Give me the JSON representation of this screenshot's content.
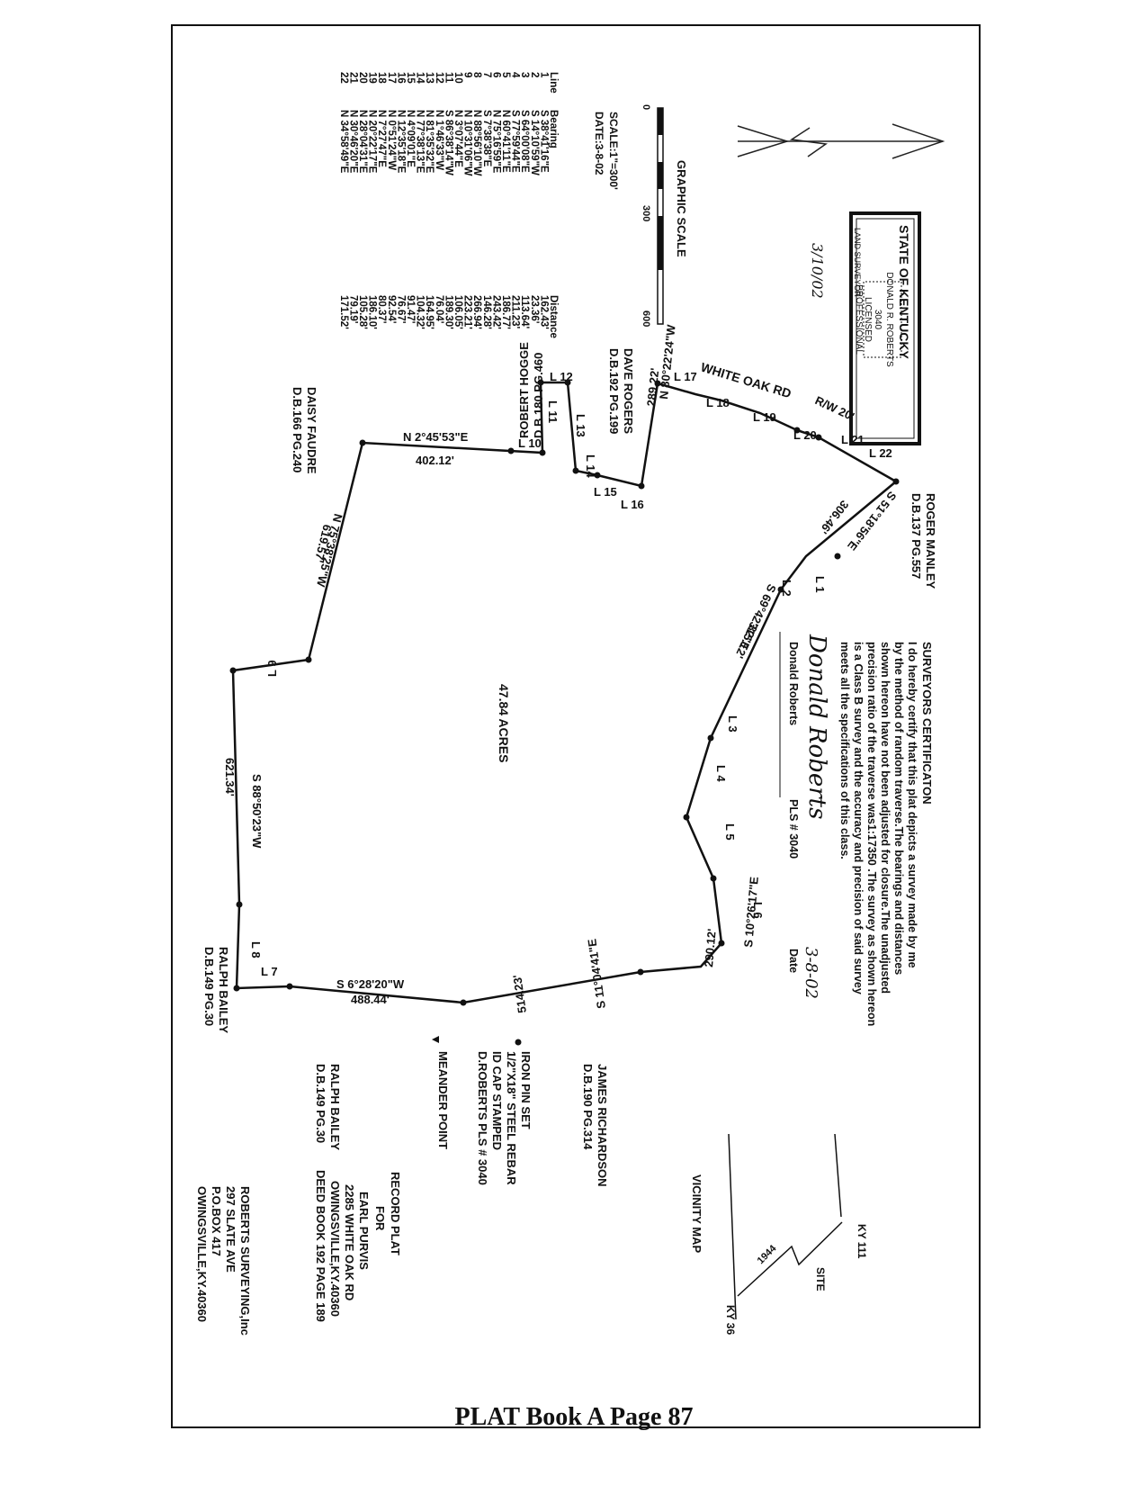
{
  "page": {
    "footer": "PLAT Book A Page 87"
  },
  "seal": {
    "line1": "STATE OF KENTUCKY",
    "name": "DONALD R. ROBERTS",
    "number": "3040",
    "title1": "LICENSED",
    "title2": "PROFESSIONAL",
    "title3": "LAND SURVEYOR",
    "handwritten_date": "3/10/02"
  },
  "scale": {
    "title": "GRAPHIC SCALE",
    "tick0": "0",
    "tick300": "300",
    "tick600": "600",
    "scale_text": "SCALE:1\"=300'",
    "date_text": "DATE:3-8-02"
  },
  "line_table": {
    "headers": [
      "Line",
      "Bearing",
      "Distance"
    ],
    "rows": [
      [
        "1",
        "S 38°41'16\"E",
        "162.43'"
      ],
      [
        "2",
        "S 14°10'59\"W",
        "23.36'"
      ],
      [
        "3",
        "S 64°00'08\"E",
        "113.64'"
      ],
      [
        "4",
        "S 77°59'44\"E",
        "211.23'"
      ],
      [
        "5",
        "N 60°41'11\"E",
        "186.77'"
      ],
      [
        "6",
        "N 75°16'59\"E",
        "243.42'"
      ],
      [
        "7",
        "S 7°38'38\"E",
        "146.28'"
      ],
      [
        "8",
        "N 88°56'10\"W",
        "266.94'"
      ],
      [
        "9",
        "N 10°31'06\"W",
        "223.21'"
      ],
      [
        "10",
        "N 3°07'44\"E",
        "106.05'"
      ],
      [
        "11",
        "S 86°38'14\"W",
        "189.30'"
      ],
      [
        "12",
        "N 1°46'33\"W",
        "76.04'"
      ],
      [
        "13",
        "N 81°35'32\"E",
        "164.95'"
      ],
      [
        "14",
        "N 77°38'13\"E",
        "104.32'"
      ],
      [
        "15",
        "N 4°09'01\"E",
        "91.47'"
      ],
      [
        "16",
        "N 12°35'18\"E",
        "76.67'"
      ],
      [
        "17",
        "N 0°51'24\"W",
        "92.54'"
      ],
      [
        "18",
        "N 7°27'47\"E",
        "80.37'"
      ],
      [
        "19",
        "N 20°22'17\"E",
        "186.10'"
      ],
      [
        "20",
        "N 28°04'31\"E",
        "105.28'"
      ],
      [
        "21",
        "N 30°46'20\"E",
        "79.19'"
      ],
      [
        "22",
        "N 34°58'49\"E",
        "171.52'"
      ]
    ]
  },
  "plat": {
    "road": "WHITE OAK RD",
    "row": "R/W 20'",
    "acres": "47.84 ACRES",
    "segment_labels": [
      "L 1",
      "L 2",
      "L 3",
      "L 4",
      "L 5",
      "L 6",
      "L 7",
      "L 8",
      "L 9",
      "L 10",
      "L 11",
      "L 12",
      "L 13",
      "L 14",
      "L 15",
      "L 16",
      "L 17",
      "L 18",
      "L 19",
      "L 20",
      "L 21",
      "L 22"
    ],
    "bearings": {
      "b1": "S 51°18'56\"E",
      "d1": "306.46'",
      "b2": "S 69°42'32\"E",
      "d2": "315.12'",
      "b3": "S 10°26'17\"E",
      "d3": "290.12'",
      "b4": "S 11°04'41\"E",
      "d4": "514.23'",
      "b5": "S 6°28'20\"W",
      "d5": "488.44'",
      "b6": "S 88°50'23\"W",
      "d6": "621.34'",
      "b7": "N 75°38'25\"W",
      "d7": "619.57'",
      "b8": "N 2°45'53\"E",
      "d8": "402.12'",
      "b9": "N 80°22'24\"W",
      "d9": "289.22'"
    },
    "owners": {
      "o1_name": "ROGER MANLEY",
      "o1_ref": "D.B.137 PG.557",
      "o2_name": "DAVE ROGERS",
      "o2_ref": "D.B.192 PG.199",
      "o3_name": "ROBERT HOGGE",
      "o3_ref": "D.B.180 PG.460",
      "o4_name": "DAISY FAUDRE",
      "o4_ref": "D.B.166 PG.240",
      "o5_name": "RALPH BAILEY",
      "o5_ref": "D.B.149 PG.30",
      "o6_name": "JAMES RICHARDSON",
      "o6_ref": "D.B.190 PG.314"
    }
  },
  "certification": {
    "title": "SURVEYORS CERTIFICATON",
    "lines": [
      "I do hereby certify that this plat depicts a survey made by me",
      "by the method of random traverse.The bearings and distances",
      "shown hereon have not been adjusted for closure.The unadjusted",
      "precision ratio of the traverse was1:17350 .The survey as shown hereon",
      "is a Class B survey and the accuracy and precision of said survey",
      "meets all the specifications of this class."
    ],
    "signer": "Donald Roberts",
    "pls": "PLS # 3040",
    "date_label": "Date",
    "signature": "Donald Roberts",
    "handwritten_date": "3-8-02"
  },
  "legend": {
    "pin1": "IRON PIN SET",
    "pin2": "1/2\"X18\" STEEL REBAR",
    "pin3": "ID CAP STAMPED",
    "pin4": "D.ROBERTS PLS # 3040",
    "meander": "MEANDER POINT"
  },
  "record": {
    "l1": "RECORD PLAT",
    "l2": "FOR",
    "l3": "EARL PURVIS",
    "l4": "2285 WHITE OAK RD",
    "l5": "OWINGSVILLE,KY.40360",
    "l6": "DEED BOOK 192 PAGE 189",
    "r1": "RALPH BAILEY",
    "r2": "D.B.149 PG.30"
  },
  "company": {
    "l1": "ROBERTS SURVEYING,Inc",
    "l2": "297 SLATE AVE",
    "l3": "P.O.BOX 417",
    "l4": "OWINGSVILLE,KY.40360"
  },
  "vicinity": {
    "title": "VICINITY MAP",
    "ky111": "KY 111",
    "ky36": "KY 36",
    "route": "1944",
    "site": "SITE"
  }
}
